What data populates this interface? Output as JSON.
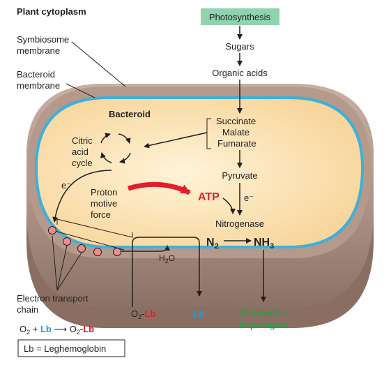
{
  "colors": {
    "photosynthesis_box": "#8fd3b0",
    "outer_shell": "#a88e82",
    "bacteroid_membrane": "#3fb0d8",
    "bacteroid_interior": "#fde2b0",
    "red_text": "#e31e2d",
    "blue_text": "#1e9ad6",
    "green_text": "#1fa24a",
    "etc_dots": "#f28b8b"
  },
  "labels": {
    "plant_cytoplasm": "Plant cytoplasm",
    "symbiosome_line1": "Symbiosome",
    "symbiosome_line2": "membrane",
    "bacteroid_mem_line1": "Bacteroid",
    "bacteroid_mem_line2": "membrane",
    "bacteroid": "Bacteroid",
    "photosynthesis": "Photosynthesis",
    "sugars": "Sugars",
    "organic_acids": "Organic acids",
    "succinate": "Succinate",
    "malate": "Malate",
    "fumarate": "Fumarate",
    "citric": "Citric",
    "acid": "acid",
    "cycle": "cycle",
    "pyruvate": "Pyruvate",
    "e_minus_left": "e⁻",
    "e_minus_right": "e⁻",
    "proton": "Proton",
    "motive": "motive",
    "force": "force",
    "atp": "ATP",
    "nitrogenase": "Nitrogenase",
    "n2": "N",
    "n2_sub": "2",
    "nh3": "NH",
    "nh3_sub": "3",
    "water": "H",
    "water_sub": "2",
    "water_o": "O",
    "etc_line1": "Electron transport",
    "etc_line2": "chain",
    "o2lb_o": "O",
    "o2lb_sub": "2",
    "o2lb_dash": "-",
    "lb": "Lb",
    "glutamine": "Glutamine",
    "asparagine": "Asparagine",
    "eq_o2": "O",
    "eq_sub": "2",
    "eq_plus": " + ",
    "eq_lb": "Lb",
    "eq_arrow": " ⟶ ",
    "eq_o2_2": "O",
    "eq_sub_2": "2",
    "eq_dash": "-",
    "eq_lb2": "Lb",
    "legend": "Lb = Leghemoglobin"
  }
}
